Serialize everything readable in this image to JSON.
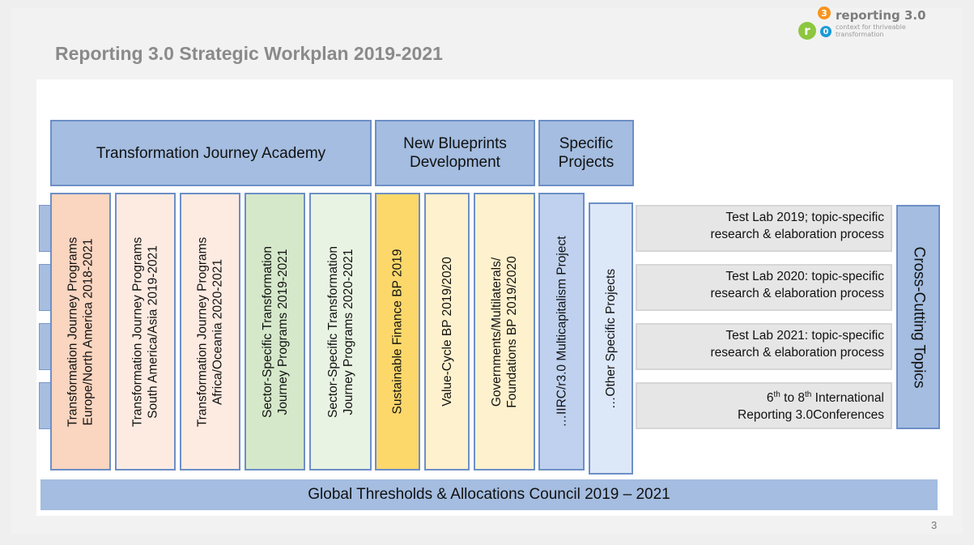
{
  "slide": {
    "title": "Reporting 3.0 Strategic Workplan 2019-2021",
    "page_number": "3"
  },
  "logo": {
    "r": "r",
    "three": "3",
    "zero": "0",
    "name": "reporting 3.0",
    "tagline": "context for thriveable transformation",
    "colors": {
      "r": "#8dc63f",
      "three": "#f7941d",
      "zero": "#1b9bd7"
    }
  },
  "headers": {
    "academy": "Transformation Journey Academy",
    "blueprints_line1": "New Blueprints",
    "blueprints_line2": "Development",
    "projects_line1": "Specific",
    "projects_line2": "Projects"
  },
  "columns": [
    {
      "line1": "Transformation Journey Programs",
      "line2": "Europe/North America 2018-2021",
      "color": "#fad5c0"
    },
    {
      "line1": "Transformation Journey Programs",
      "line2": "South America/Asia 2019-2021",
      "color": "#fdebe2"
    },
    {
      "line1": "Transformation Journey Programs",
      "line2": "Africa/Oceania 2020-2021",
      "color": "#fdebe2"
    },
    {
      "line1": "Sector-Specific Transformation",
      "line2": "Journey Programs 2019-2021",
      "color": "#d5e8ca"
    },
    {
      "line1": "Sector-Specific Transformation",
      "line2": "Journey Programs 2020-2021",
      "color": "#e9f3e3"
    },
    {
      "line1": "Sustainable Finance BP 2019",
      "line2": "",
      "color": "#fcd86b"
    },
    {
      "line1": "Value-Cycle BP 2019/2020",
      "line2": "",
      "color": "#fef1cd"
    },
    {
      "line1": "Governments/Multilaterals/",
      "line2": "Foundations BP 2019/2020",
      "color": "#fef1cd"
    },
    {
      "line1": "…IIRC/r3.0 Multicapitalism Project",
      "line2": "",
      "color": "#bfd1ee"
    },
    {
      "line1": "…Other Specific Projects",
      "line2": "",
      "color": "#dce7f8"
    }
  ],
  "test_labs": [
    {
      "line1": "Test Lab 2019; topic-specific",
      "line2": "research & elaboration process"
    },
    {
      "line1": "Test Lab 2020: topic-specific",
      "line2": "research & elaboration process"
    },
    {
      "line1": "Test Lab 2021: topic-specific",
      "line2": "research & elaboration process"
    }
  ],
  "conferences": {
    "n1": "6",
    "sup1": "th",
    "to": " to ",
    "n2": "8",
    "sup2": "th",
    "rest": " International",
    "line2": "Reporting 3.0Conferences"
  },
  "cross_cutting": "Cross-Cutting Topics",
  "council": "Global Thresholds & Allocations Council 2019 – 2021",
  "colors": {
    "header_fill": "#a4bde0",
    "border": "#6d8fc6",
    "lab_fill": "#e6e6e6"
  }
}
